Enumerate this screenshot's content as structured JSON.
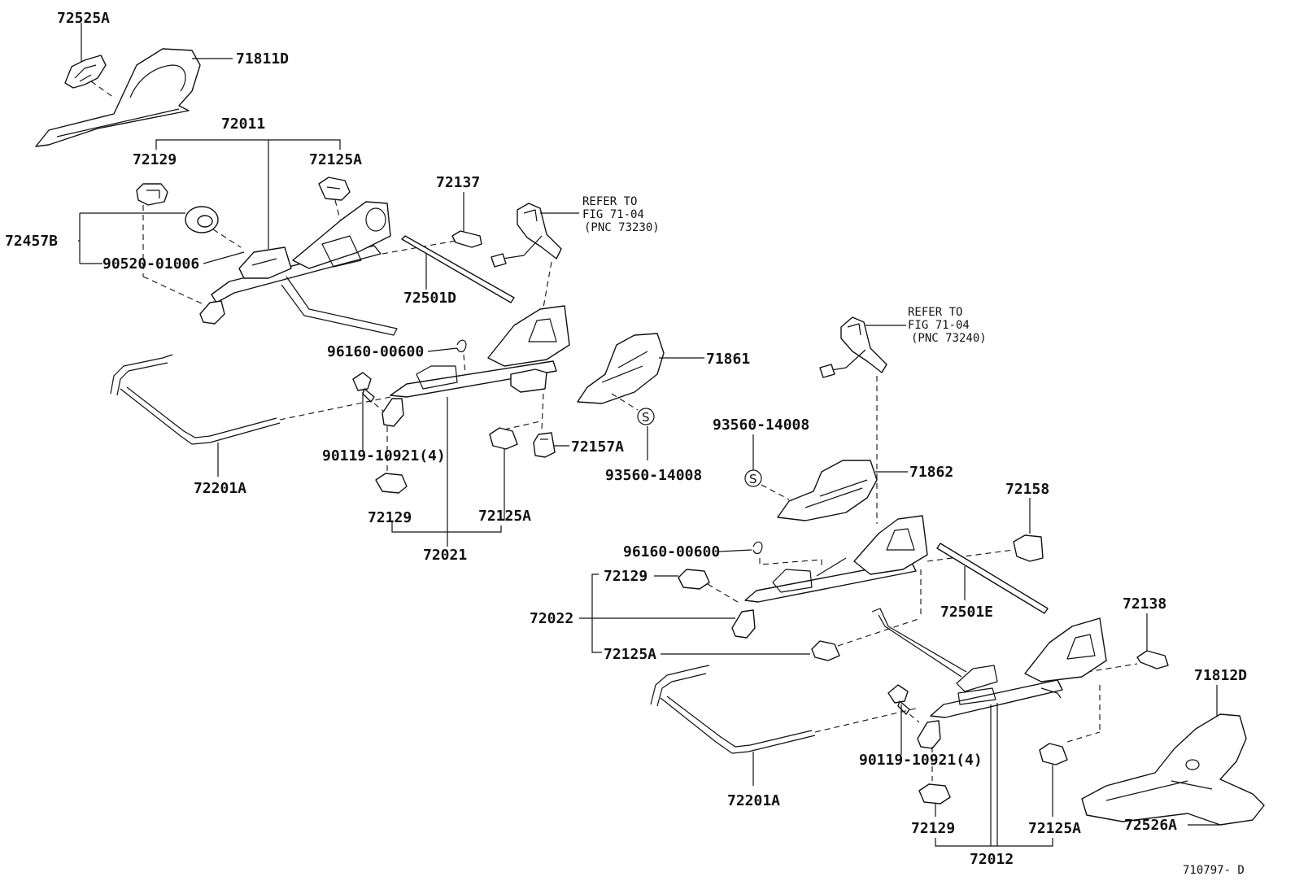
{
  "diagram_id": "710797- D",
  "symbol_s": "S",
  "labels": {
    "p72525A": "72525A",
    "p71811D": "71811D",
    "p72011": "72011",
    "p72129_top": "72129",
    "p72125A_top": "72125A",
    "p72137": "72137",
    "p72457B": "72457B",
    "p90520": "90520-01006",
    "p72501D": "72501D",
    "p96160_left": "96160-00600",
    "p71861": "71861",
    "p90119_left": "90119-10921(4)",
    "p72157A": "72157A",
    "p93560_left": "93560-14008",
    "p72201A_left": "72201A",
    "p72129_mid": "72129",
    "p72125A_mid": "72125A",
    "p72021": "72021",
    "p93560_right": "93560-14008",
    "p71862": "71862",
    "p72158": "72158",
    "p96160_right": "96160-00600",
    "p72129_r": "72129",
    "p72022": "72022",
    "p72501E": "72501E",
    "p72125A_r": "72125A",
    "p72138": "72138",
    "p71812D": "71812D",
    "p90119_right": "90119-10921(4)",
    "p72201A_right": "72201A",
    "p72526A": "72526A",
    "p72129_bot": "72129",
    "p72125A_bot": "72125A",
    "p72012": "72012"
  },
  "refer_left": [
    "REFER TO",
    "FIG 71-04",
    "(PNC 73230)"
  ],
  "refer_right": [
    "REFER TO",
    "FIG 71-04",
    "(PNC 73240)"
  ]
}
